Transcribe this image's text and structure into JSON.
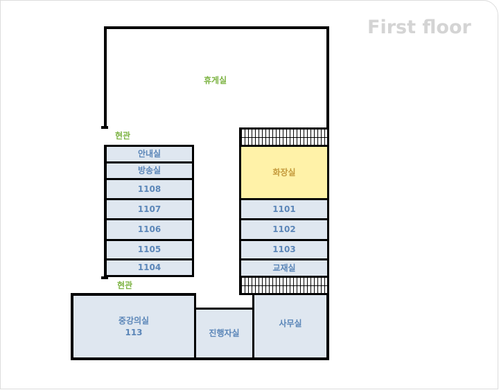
{
  "title": "First floor",
  "labels": {
    "lounge": "휴게실",
    "entrance_top": "현관",
    "entrance_bottom": "현관"
  },
  "left_rooms": [
    "안내실",
    "방송실",
    "1108",
    "1107",
    "1106",
    "1105",
    "1104"
  ],
  "right_rooms": {
    "restroom": "화장실",
    "rooms": [
      "1101",
      "1102",
      "1103",
      "교재실"
    ]
  },
  "bottom_rooms": {
    "lecture_name": "중강의실",
    "lecture_number": "113",
    "host": "진행자실",
    "office": "사무실"
  },
  "colors": {
    "room": "#dfe7f0",
    "room_text": "#5b86b8",
    "restroom": "#fff2a8",
    "label": "#7cb342"
  }
}
